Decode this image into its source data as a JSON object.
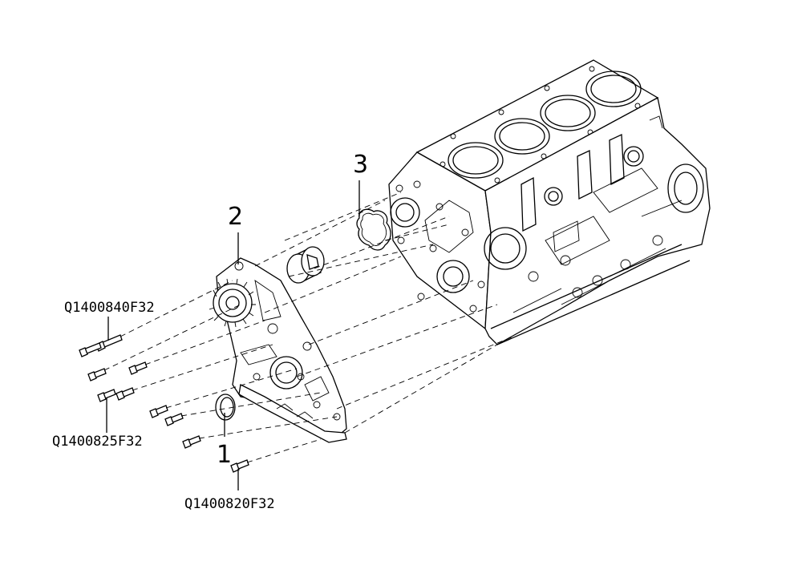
{
  "callouts": {
    "c1": "1",
    "c2": "2",
    "c3": "3"
  },
  "part_numbers": {
    "p1": "Q1400840F32",
    "p2": "Q1400825F32",
    "p3": "Q1400820F32"
  },
  "icons": [
    "engine-block-illustration",
    "oil-pump-illustration",
    "gasket-illustration",
    "rotor-illustration",
    "oil-seal-illustration",
    "bolt-icon"
  ]
}
